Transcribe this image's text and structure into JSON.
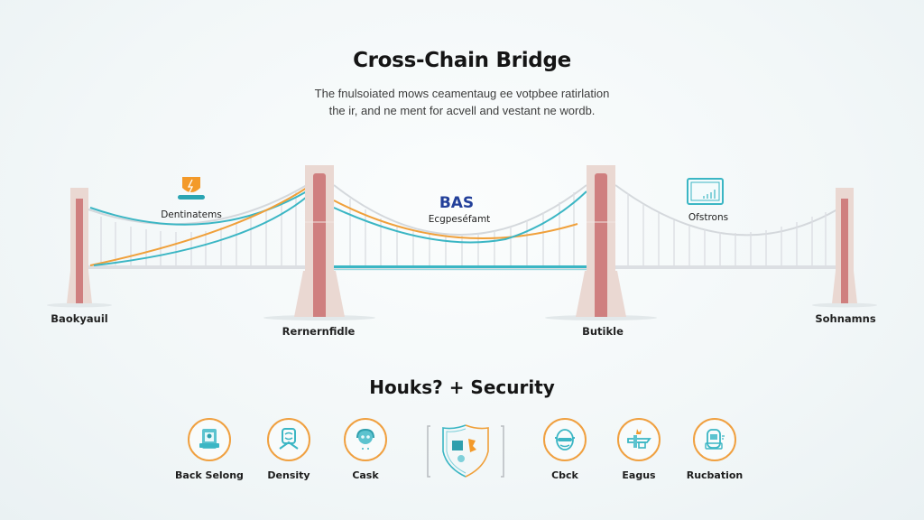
{
  "header": {
    "title": "Cross-Chain Bridge",
    "subtitle_line1": "The fnulsoiated mows ceamentaug ee votpbee ratirlation",
    "subtitle_line2": "the ir, and ne ment for acvell and vestant ne wordb."
  },
  "bridge": {
    "colors": {
      "tower_outer": "#ead8d2",
      "tower_inner": "#cf7f7f",
      "cable_gray": "#d4d8dc",
      "cable_teal": "#3bb6c4",
      "cable_orange": "#f0a03a",
      "deck": "#dcdfe3"
    },
    "annotations": [
      {
        "id": "destinations",
        "label": "Dentinatems",
        "icon": "shield-lightning-icon"
      },
      {
        "id": "bas",
        "heading": "BAS",
        "label": "Ecgpeséfamt"
      },
      {
        "id": "obstrons",
        "label": "Ofstrons",
        "icon": "monitor-chart-icon"
      }
    ],
    "tower_labels": [
      {
        "label": "Baokyauil"
      },
      {
        "label": "Rernernfidle"
      },
      {
        "label": "Butikle"
      },
      {
        "label": "Sohnamns"
      }
    ]
  },
  "security": {
    "title": "Houks? + Security",
    "features": [
      {
        "label": "Back Selong",
        "icon": "document-shield-icon"
      },
      {
        "label": "Density",
        "icon": "identity-scan-icon"
      },
      {
        "label": "Cask",
        "icon": "headset-icon"
      },
      {
        "label": "",
        "icon": "central-shield-icon"
      },
      {
        "label": "Cbck",
        "icon": "face-lock-icon"
      },
      {
        "label": "Eagus",
        "icon": "plane-crown-icon"
      },
      {
        "label": "Rucbation",
        "icon": "robot-terminal-icon"
      }
    ],
    "accent_ring": "#f0a040",
    "icon_color": "#3bb6c4"
  }
}
